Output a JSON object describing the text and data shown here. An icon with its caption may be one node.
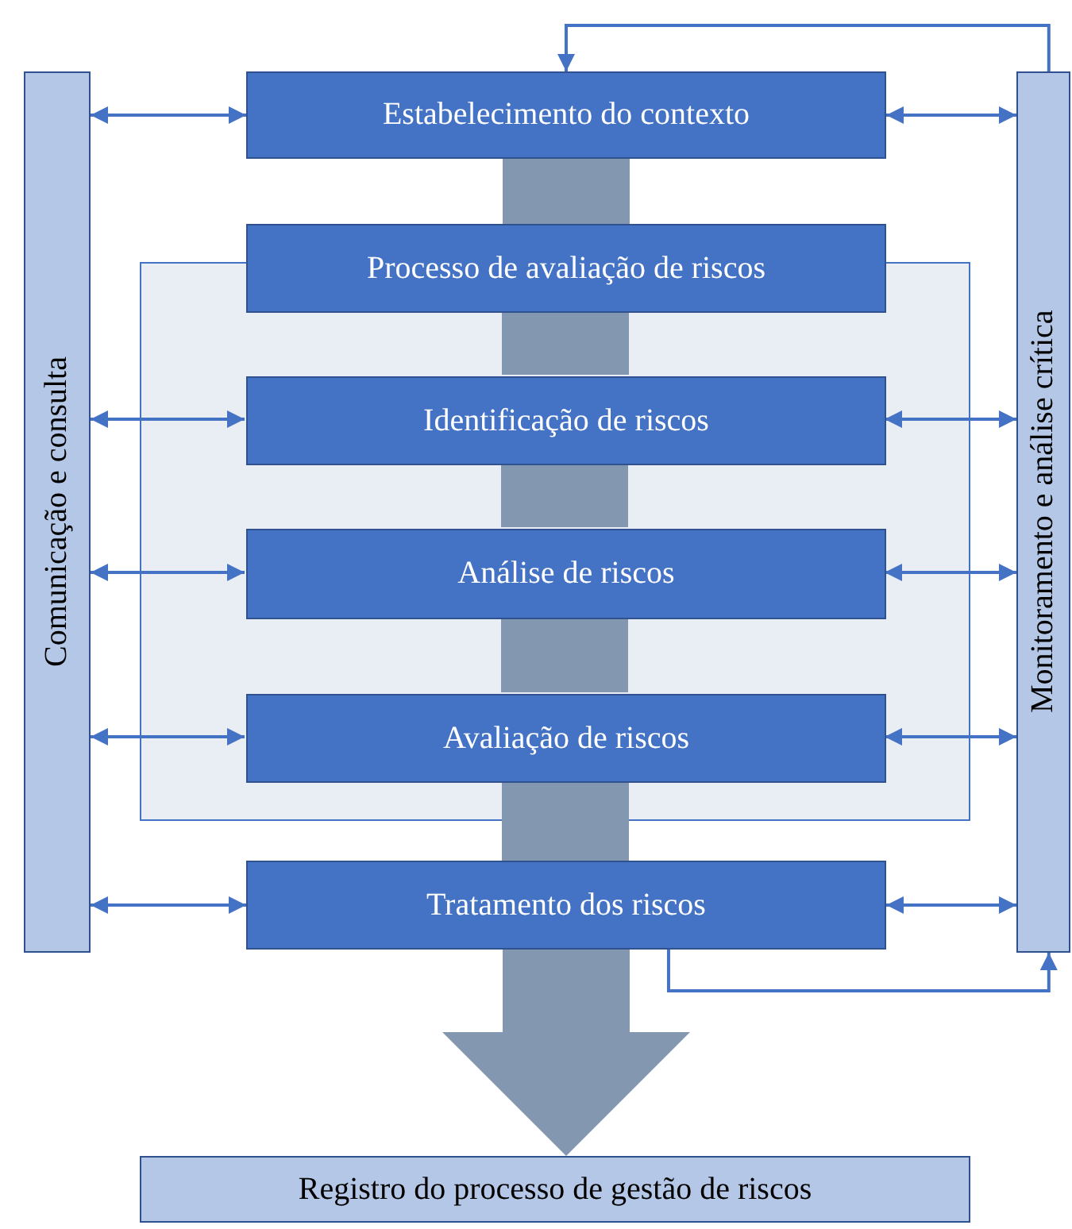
{
  "diagram": {
    "nodes": [
      {
        "text": [
          "Comunicação e consulta"
        ]
      },
      {
        "text": [
          "Estabelecimento do contexto"
        ]
      },
      {
        "text": [
          "Processo de avaliação de riscos"
        ]
      },
      {
        "text": [],
        "shape": "box"
      },
      {
        "text": [
          "Identificação de riscos"
        ],
        "in": 3
      },
      {
        "text": [
          "Análise de riscos"
        ],
        "in": 3
      },
      {
        "text": [
          "Avaliação de riscos"
        ],
        "in": 3
      },
      {
        "text": [
          "Tratamento dos riscos"
        ]
      },
      {
        "text": [
          "Monitoramento e análise crítica"
        ]
      },
      {
        "text": [
          "Registro do processo de gestão de riscos"
        ]
      }
    ],
    "edges": [
      {
        "from": 0,
        "to": 1,
        "arrow": "both"
      },
      {
        "from": 0,
        "to": 4,
        "arrow": "both"
      },
      {
        "from": 0,
        "to": 5,
        "arrow": "both"
      },
      {
        "from": 0,
        "to": 6,
        "arrow": "both"
      },
      {
        "from": 0,
        "to": 7,
        "arrow": "both"
      },
      {
        "from": 1,
        "to": 8,
        "arrow": "both"
      },
      {
        "from": 4,
        "to": 8,
        "arrow": "both"
      },
      {
        "from": 5,
        "to": 8,
        "arrow": "both"
      },
      {
        "from": 6,
        "to": 8,
        "arrow": "both"
      },
      {
        "from": 7,
        "to": 8,
        "arrow": "both"
      },
      {
        "from": 1,
        "to": 2,
        "arrow": "none",
        "style": "thick",
        "color": "#8497b0"
      },
      {
        "from": 2,
        "to": 4,
        "arrow": "none",
        "style": "thick",
        "color": "#8497b0"
      },
      {
        "from": 4,
        "to": 5,
        "arrow": "none",
        "style": "thick",
        "color": "#8497b0"
      },
      {
        "from": 5,
        "to": 6,
        "arrow": "none",
        "style": "thick",
        "color": "#8497b0"
      },
      {
        "from": 6,
        "to": 7,
        "arrow": "none",
        "style": "thick",
        "color": "#8497b0"
      },
      {
        "from": 7,
        "to": 9,
        "arrow": "to",
        "style": "thick",
        "color": "#8497b0"
      },
      {
        "from": 7,
        "to": 8,
        "arrow": "to"
      },
      {
        "from": 8,
        "to": 1,
        "arrow": "to"
      }
    ]
  }
}
